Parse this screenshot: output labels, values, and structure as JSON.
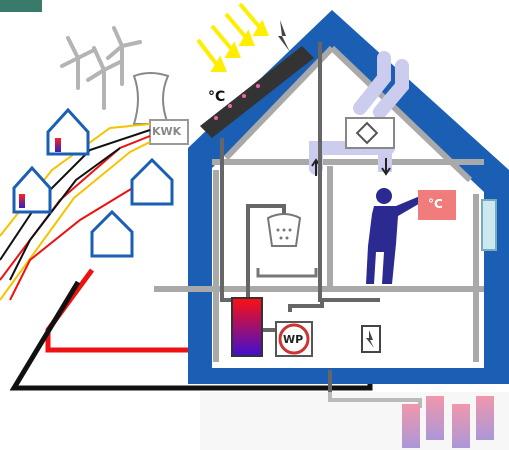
{
  "labels": {
    "chp": "KWK",
    "heat_pump": "WP",
    "temp_roof": "°C",
    "temp_room": "°C"
  },
  "colors": {
    "house_blue": "#1a5fb4",
    "wall_gray": "#a9a9a9",
    "thermostat_red": "#f07c7c",
    "line_red": "#ee1111",
    "line_yellow": "#f5c400",
    "line_black": "#111111",
    "sun_ray": "#ffee00",
    "duct": "#ccccee"
  },
  "icons": {
    "sun": "sun-rays-icon",
    "wind": "wind-turbine-icon",
    "cooling_tower": "cooling-tower-icon",
    "lightning": "lightning-icon",
    "shower": "shower-head-icon",
    "person": "person-icon",
    "heat_exchanger": "heat-exchanger-icon",
    "arrow_up": "arrow-up-icon",
    "arrow_down": "arrow-down-icon"
  }
}
